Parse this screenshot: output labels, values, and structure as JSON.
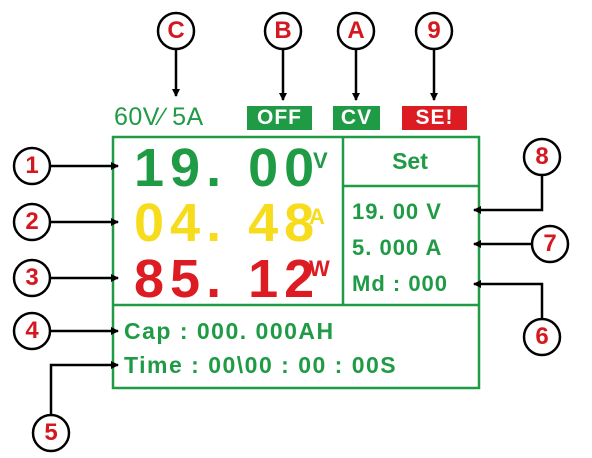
{
  "callouts": {
    "C": "C",
    "B": "B",
    "A": "A",
    "n9": "9",
    "n1": "1",
    "n2": "2",
    "n3": "3",
    "n4": "4",
    "n5": "5",
    "n6": "6",
    "n7": "7",
    "n8": "8"
  },
  "status": {
    "rating": "60V∕ 5A",
    "output_state": "OFF",
    "mode": "CV",
    "error": "SE!"
  },
  "readings": {
    "voltage": "19. 00",
    "voltage_unit": "V",
    "current": "04. 48",
    "current_unit": "A",
    "power": "85. 12",
    "power_unit": "W"
  },
  "set_panel": {
    "title": "Set",
    "voltage": "19. 00 V",
    "current": "5. 000 A",
    "mode": "Md : 000"
  },
  "info": {
    "capacity": "Cap : 000. 000AH",
    "time": "Time : 00\\00 : 00 : 00S"
  },
  "colors": {
    "green": "#1f9a45",
    "yellow": "#f6dc1c",
    "red": "#dc1c22",
    "callout": "#d51820",
    "arrow": "#000000"
  }
}
